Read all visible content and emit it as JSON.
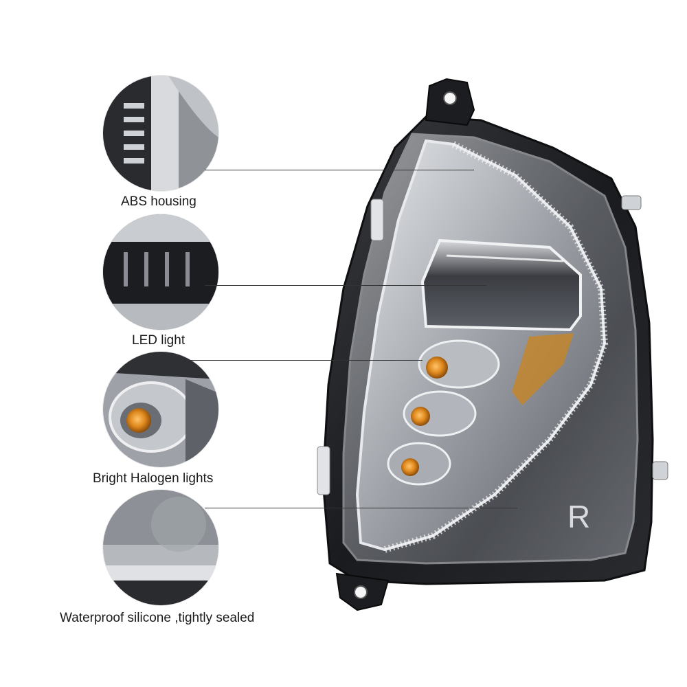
{
  "features": [
    {
      "label": "ABS housing",
      "icon": "housing-detail"
    },
    {
      "label": "LED light",
      "icon": "led-detail"
    },
    {
      "label": "Bright Halogen lights",
      "icon": "halogen-detail"
    },
    {
      "label": "Waterproof silicone ,tightly sealed",
      "icon": "seal-detail"
    }
  ],
  "lamp": {
    "side_mark": "R"
  },
  "colors": {
    "amber": "#e08a1e",
    "chrome": "#c9ccd1",
    "housing": "#1c1d20",
    "lens": "#8c9096"
  }
}
